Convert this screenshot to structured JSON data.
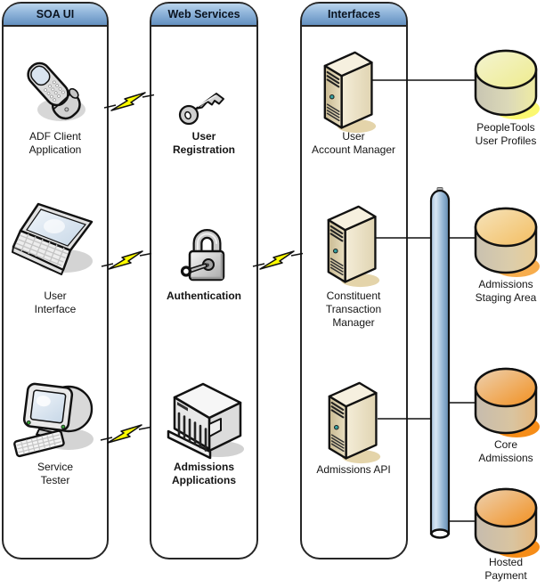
{
  "lanes": [
    {
      "title": "SOA UI",
      "items": [
        {
          "icon": "flip-phone-icon",
          "label": [
            "ADF Client",
            "Application"
          ]
        },
        {
          "icon": "laptop-icon",
          "label": [
            "User",
            "Interface"
          ]
        },
        {
          "icon": "desktop-computer-icon",
          "label": [
            "Service",
            "Tester"
          ]
        }
      ]
    },
    {
      "title": "Web Services",
      "items": [
        {
          "icon": "key-icon",
          "label": [
            "User",
            "Registration"
          ]
        },
        {
          "icon": "padlock-icon",
          "label": [
            "Authentication"
          ]
        },
        {
          "icon": "server-box-icon",
          "label": [
            "Admissions",
            "Applications"
          ]
        }
      ]
    },
    {
      "title": "Interfaces",
      "items": [
        {
          "icon": "server-tower-icon",
          "label": [
            "User",
            "Account Manager"
          ]
        },
        {
          "icon": "server-tower-icon",
          "label": [
            "Constituent",
            "Transaction",
            "Manager"
          ]
        },
        {
          "icon": "server-tower-icon",
          "label": [
            "Admissions API"
          ]
        }
      ]
    }
  ],
  "databases": [
    {
      "icon": "database-cylinder-icon",
      "label": [
        "PeopleTools",
        "User Profiles"
      ],
      "color": "#efec8e"
    },
    {
      "icon": "database-cylinder-icon",
      "label": [
        "Admissions",
        "Staging Area"
      ],
      "color": "#f3bd60"
    },
    {
      "icon": "database-cylinder-icon",
      "label": [
        "Core",
        "Admissions"
      ],
      "color": "#f28f1e"
    },
    {
      "icon": "database-cylinder-icon",
      "label": [
        "Hosted",
        "Payment"
      ],
      "color": "#f28f1e"
    }
  ],
  "connectors": {
    "lightning_bolt_color": "#ffff00",
    "line_color": "#111111",
    "bus_pipe_color": "#8db0d0"
  },
  "colors": {
    "lane_header_top": "#bad4ec",
    "lane_header_bottom": "#6390c0",
    "lane_border": "#262626",
    "background": "#ffffff"
  }
}
